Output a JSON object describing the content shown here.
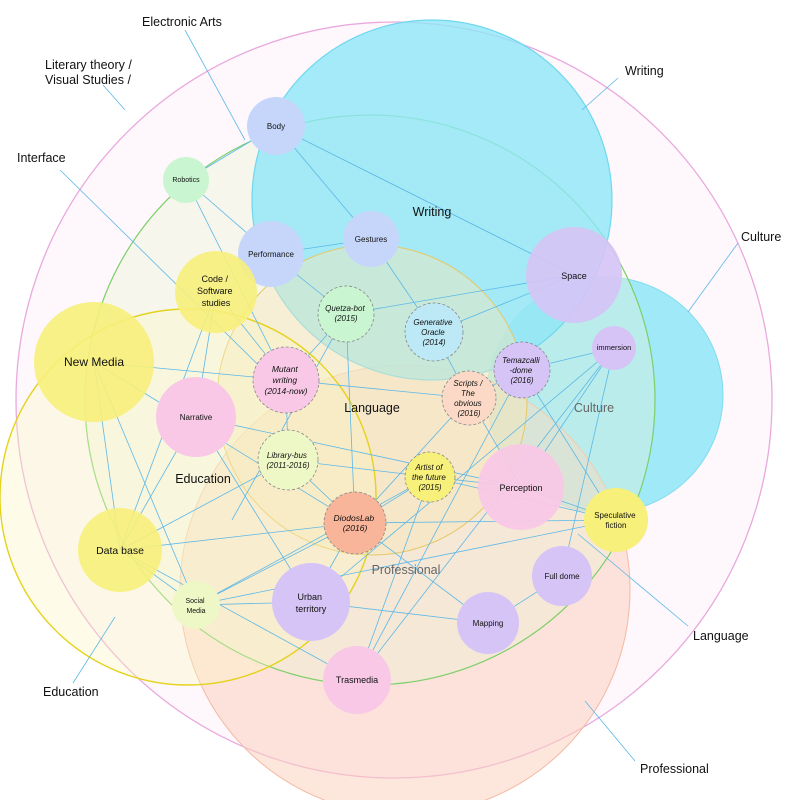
{
  "external_labels": [
    {
      "id": "electronic-arts",
      "text": "Electronic Arts"
    },
    {
      "id": "literary-theory",
      "lines": [
        "Literary theory /",
        "Visual Studies /"
      ]
    },
    {
      "id": "interface",
      "text": "Interface"
    },
    {
      "id": "writing",
      "text": "Writing"
    },
    {
      "id": "culture",
      "text": "Culture"
    },
    {
      "id": "language",
      "text": "Language"
    },
    {
      "id": "education",
      "text": "Education"
    },
    {
      "id": "professional",
      "text": "Professional"
    }
  ],
  "region_labels": {
    "writing": "Writing",
    "language": "Language",
    "culture": "Culture",
    "education": "Education",
    "professional": "Professional"
  },
  "nodes": [
    {
      "id": "body",
      "lines": [
        "Body"
      ]
    },
    {
      "id": "robotics",
      "lines": [
        "Robotics"
      ]
    },
    {
      "id": "gestures",
      "lines": [
        "Gestures"
      ]
    },
    {
      "id": "performance",
      "lines": [
        "Performance"
      ]
    },
    {
      "id": "code",
      "lines": [
        "Code /",
        "Software",
        "studies"
      ]
    },
    {
      "id": "space",
      "lines": [
        "Space"
      ]
    },
    {
      "id": "new-media",
      "lines": [
        "New Media"
      ]
    },
    {
      "id": "quetza-bot",
      "lines": [
        "Quetza-bot",
        "(2015)"
      ]
    },
    {
      "id": "generative-oracle",
      "lines": [
        "Generative",
        "Oracle",
        "(2014)"
      ]
    },
    {
      "id": "immersion",
      "lines": [
        "immersion"
      ]
    },
    {
      "id": "temazcalli",
      "lines": [
        "Temazcalli",
        "-dome",
        "(2016)"
      ]
    },
    {
      "id": "mutant-writing",
      "lines": [
        "Mutant",
        "writing",
        "(2014-now)"
      ]
    },
    {
      "id": "narrative",
      "lines": [
        "Narrative"
      ]
    },
    {
      "id": "scripts",
      "lines": [
        "Scripts /",
        "The",
        "obvious",
        "(2016)"
      ]
    },
    {
      "id": "library-bus",
      "lines": [
        "Library-bus",
        "(2011-2016)"
      ]
    },
    {
      "id": "artist-future",
      "lines": [
        "Artist of",
        "the future",
        "(2015)"
      ]
    },
    {
      "id": "perception",
      "lines": [
        "Perception"
      ]
    },
    {
      "id": "diodoslab",
      "lines": [
        "DiodosLab",
        "(2016)"
      ]
    },
    {
      "id": "speculative-fiction",
      "lines": [
        "Speculative",
        "fiction"
      ]
    },
    {
      "id": "data-base",
      "lines": [
        "Data base"
      ]
    },
    {
      "id": "full-dome",
      "lines": [
        "Full dome"
      ]
    },
    {
      "id": "social-media",
      "lines": [
        "Social",
        "Media"
      ]
    },
    {
      "id": "urban-territory",
      "lines": [
        "Urban",
        "territory"
      ]
    },
    {
      "id": "mapping",
      "lines": [
        "Mapping"
      ]
    },
    {
      "id": "trasmedia",
      "lines": [
        "Trasmedia"
      ]
    }
  ],
  "colors": {
    "electronic_arts_ring": "#e9a9de",
    "writing_region": "#8fe6f7",
    "language_region": "#7ccf6a",
    "education_region": "#e4d21c",
    "professional_region": "#fbd2c0",
    "connector": "#5cb8e8",
    "node_blue": "#c6d6fb",
    "node_green": "#c9f6d0",
    "node_yellow": "#f7f07a",
    "node_lavender": "#d6c4f6",
    "node_pink": "#f8c8e6",
    "node_orange": "#f9b59a",
    "node_cyan": "#bde9f7"
  }
}
